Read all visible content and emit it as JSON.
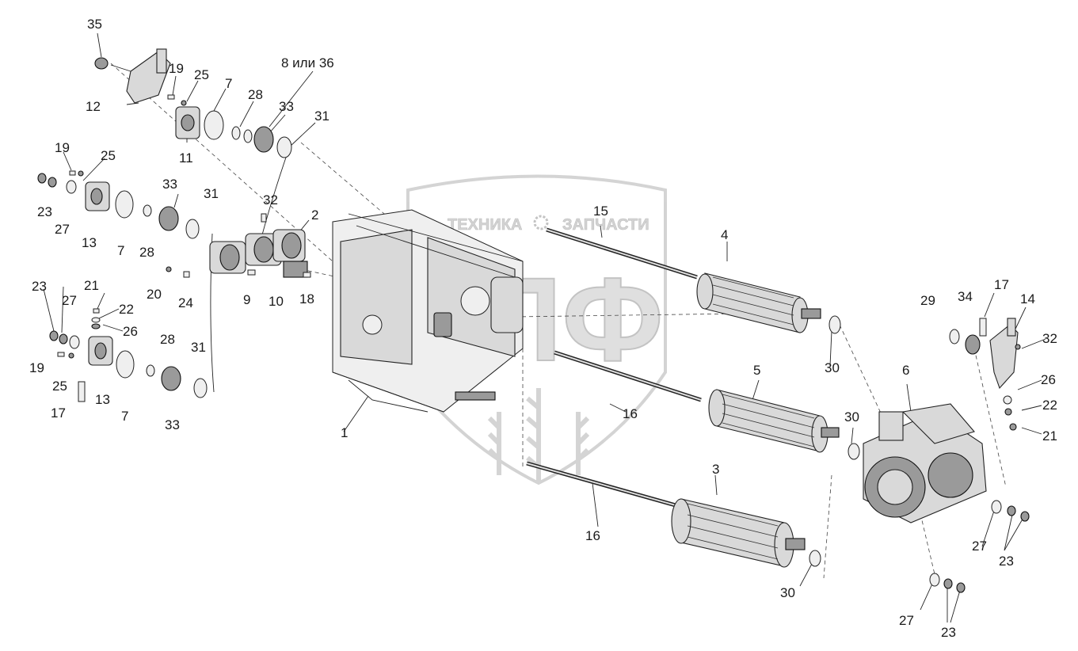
{
  "watermark": {
    "left_word": "ТЕХНИКА",
    "right_word": "ЗАПЧАСТИ",
    "logo_letters": "ЭПФ"
  },
  "callouts": [
    {
      "id": "c35",
      "text": "35"
    },
    {
      "id": "c19a",
      "text": "19"
    },
    {
      "id": "c25a",
      "text": "25"
    },
    {
      "id": "c7a",
      "text": "7"
    },
    {
      "id": "c8",
      "text": "8 или 36"
    },
    {
      "id": "c28a",
      "text": "28"
    },
    {
      "id": "c33a",
      "text": "33"
    },
    {
      "id": "c31a",
      "text": "31"
    },
    {
      "id": "c12",
      "text": "12"
    },
    {
      "id": "c11",
      "text": "11"
    },
    {
      "id": "c19b",
      "text": "19"
    },
    {
      "id": "c25b",
      "text": "25"
    },
    {
      "id": "c23a",
      "text": "23"
    },
    {
      "id": "c27a",
      "text": "27"
    },
    {
      "id": "c13a",
      "text": "13"
    },
    {
      "id": "c7b",
      "text": "7"
    },
    {
      "id": "c28b",
      "text": "28"
    },
    {
      "id": "c33b",
      "text": "33"
    },
    {
      "id": "c31b",
      "text": "31"
    },
    {
      "id": "c32a",
      "text": "32"
    },
    {
      "id": "c2",
      "text": "2"
    },
    {
      "id": "c15",
      "text": "15"
    },
    {
      "id": "c4",
      "text": "4"
    },
    {
      "id": "c20",
      "text": "20"
    },
    {
      "id": "c24",
      "text": "24"
    },
    {
      "id": "c9",
      "text": "9"
    },
    {
      "id": "c10",
      "text": "10"
    },
    {
      "id": "c18",
      "text": "18"
    },
    {
      "id": "c23b",
      "text": "23"
    },
    {
      "id": "c21a",
      "text": "21"
    },
    {
      "id": "c27b",
      "text": "27"
    },
    {
      "id": "c22a",
      "text": "22"
    },
    {
      "id": "c26a",
      "text": "26"
    },
    {
      "id": "c28c",
      "text": "28"
    },
    {
      "id": "c31c",
      "text": "31"
    },
    {
      "id": "c19c",
      "text": "19"
    },
    {
      "id": "c25c",
      "text": "25"
    },
    {
      "id": "c17a",
      "text": "17"
    },
    {
      "id": "c13b",
      "text": "13"
    },
    {
      "id": "c7c",
      "text": "7"
    },
    {
      "id": "c33c",
      "text": "33"
    },
    {
      "id": "c1",
      "text": "1"
    },
    {
      "id": "c30a",
      "text": "30"
    },
    {
      "id": "c5",
      "text": "5"
    },
    {
      "id": "c16a",
      "text": "16"
    },
    {
      "id": "c30b",
      "text": "30"
    },
    {
      "id": "c6",
      "text": "6"
    },
    {
      "id": "c3",
      "text": "3"
    },
    {
      "id": "c16b",
      "text": "16"
    },
    {
      "id": "c30c",
      "text": "30"
    },
    {
      "id": "c29",
      "text": "29"
    },
    {
      "id": "c34",
      "text": "34"
    },
    {
      "id": "c17b",
      "text": "17"
    },
    {
      "id": "c14",
      "text": "14"
    },
    {
      "id": "c32b",
      "text": "32"
    },
    {
      "id": "c26b",
      "text": "26"
    },
    {
      "id": "c22b",
      "text": "22"
    },
    {
      "id": "c21b",
      "text": "21"
    },
    {
      "id": "c27c",
      "text": "27"
    },
    {
      "id": "c23c",
      "text": "23"
    },
    {
      "id": "c27d",
      "text": "27"
    },
    {
      "id": "c23d",
      "text": "23"
    }
  ]
}
